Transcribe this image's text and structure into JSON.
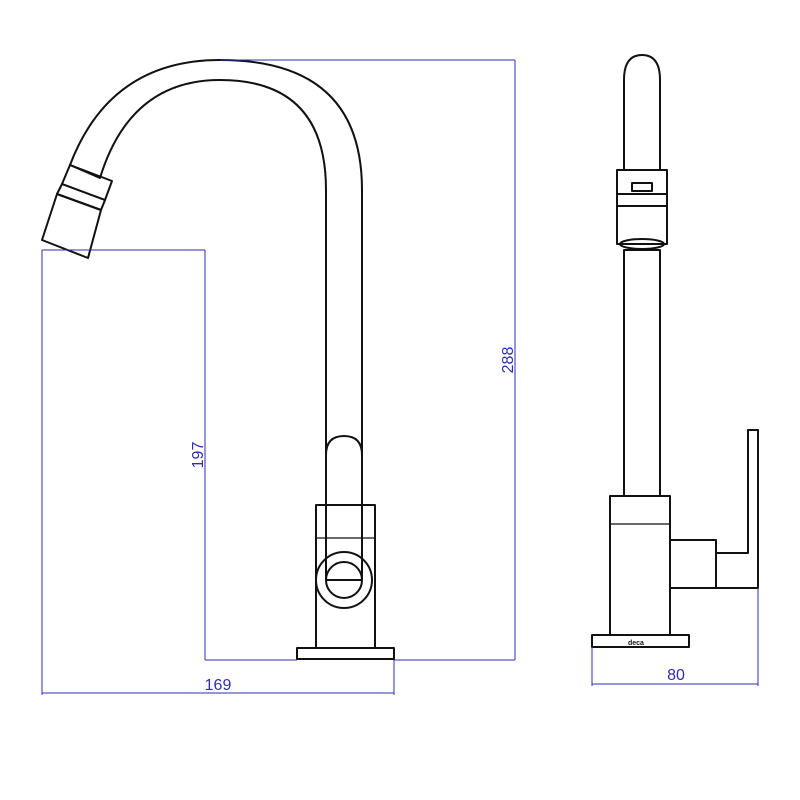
{
  "dimensions": {
    "outlet_height": "197",
    "total_height": "288",
    "reach": "169",
    "base_depth": "80"
  },
  "brand": "deca",
  "colors": {
    "outline": "#111111",
    "dimension": "#2d2db4",
    "background": "#ffffff"
  }
}
